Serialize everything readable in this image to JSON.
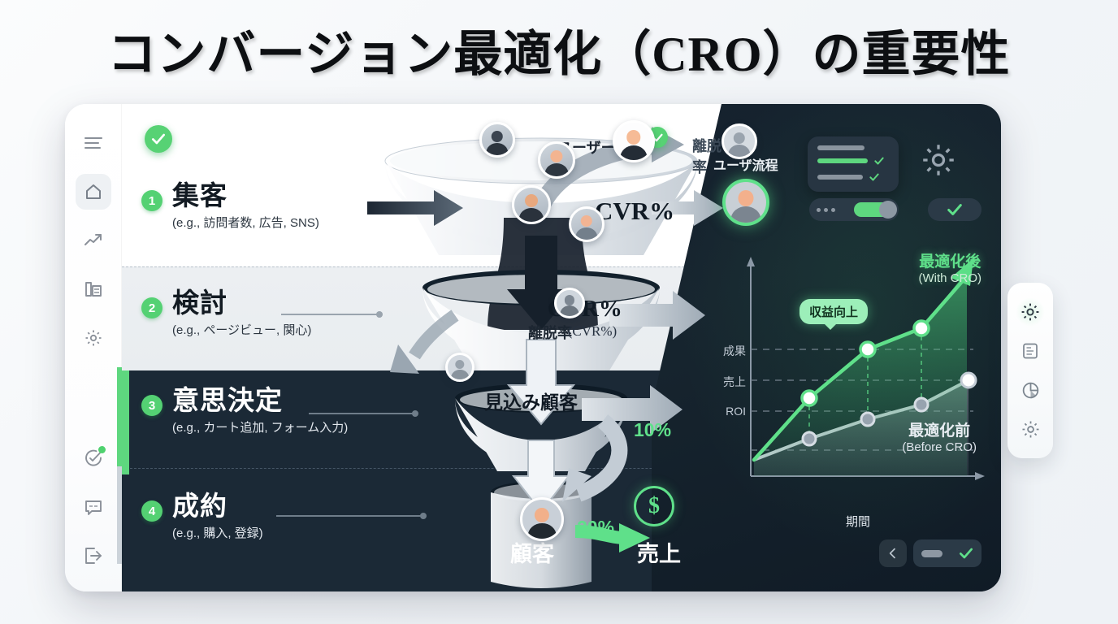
{
  "title": "コンバージョン最適化（CRO）の重要性",
  "colors": {
    "accent_green": "#5ed77f",
    "bright_green": "#5fe08a",
    "dark_panel": "#17252f",
    "band_dark": "#1b2936",
    "band_gray": "#eceff2"
  },
  "sidebar": {
    "items": [
      {
        "icon": "hamburger-menu-icon",
        "name": "menu",
        "active": false
      },
      {
        "icon": "home-icon",
        "name": "home",
        "active": true
      },
      {
        "icon": "trending-up-icon",
        "name": "analytics",
        "active": false
      },
      {
        "icon": "report-icon",
        "name": "reports",
        "active": false
      },
      {
        "icon": "gear-icon",
        "name": "settings",
        "active": false
      }
    ],
    "bottom_items": [
      {
        "icon": "check-circle-icon",
        "name": "tasks",
        "badge": true
      },
      {
        "icon": "chat-bubble-icon",
        "name": "messages",
        "badge": false
      },
      {
        "icon": "logout-icon",
        "name": "logout",
        "badge": false
      }
    ]
  },
  "funnel_stages": [
    {
      "num": "1",
      "title": "集客",
      "subtitle": "(e.g., 訪問者数, 広告, SNS)",
      "theme": "light"
    },
    {
      "num": "2",
      "title": "検討",
      "subtitle": "(e.g., ページビュー, 関心)",
      "theme": "light"
    },
    {
      "num": "3",
      "title": "意思決定",
      "subtitle": "(e.g., カート追加, フォーム入力)",
      "theme": "dark"
    },
    {
      "num": "4",
      "title": "成約",
      "subtitle": "(e.g., 購入, 登録)",
      "theme": "dark"
    }
  ],
  "funnel_labels": {
    "users": "ユーザー",
    "dropoff_top": "離脱率",
    "dropoff_mid": "離脱率",
    "cvr_top": "CVR%",
    "cvr_mid": "CVR%",
    "cvr_mid_sub": "(CVR%)",
    "prospects": "見込み顧客",
    "customers": "顧客",
    "revenue": "売上",
    "user_flow": "ユーザ流程",
    "pct_prospect": "10%",
    "pct_customer": "20%",
    "money_symbol": "$"
  },
  "chart_data": {
    "type": "line",
    "title": "",
    "xlabel": "期間",
    "ylabel": "",
    "y_tick_labels": [
      "成果",
      "売上",
      "ROI"
    ],
    "x": [
      0,
      1,
      2,
      3
    ],
    "series": [
      {
        "name": "最適化後",
        "name_en": "(With CRO)",
        "color": "#5fe08a",
        "values": [
          0.08,
          0.4,
          0.68,
          0.86,
          1.0
        ]
      },
      {
        "name": "最適化前",
        "name_en": "(Before CRO)",
        "color": "#c8d0d8",
        "values": [
          0.08,
          0.22,
          0.34,
          0.42,
          0.58
        ]
      }
    ],
    "annotation": "収益向上",
    "legend_position": "inline",
    "grid": "dashed-horizontal"
  },
  "widgets": {
    "settings_card": {
      "name": "settings-card",
      "rows": 3,
      "checked_rows": 2
    },
    "gear": "gear-icon",
    "toggle": {
      "name": "feature-toggle",
      "state": "on"
    },
    "check_pill": "check-icon",
    "bottom_back": "chevron-left-icon",
    "bottom_pill": "status-pill"
  },
  "right_toolbar": {
    "items": [
      {
        "icon": "gear-icon",
        "name": "tool-settings",
        "active": true
      },
      {
        "icon": "note-icon",
        "name": "tool-notes",
        "active": false
      },
      {
        "icon": "pie-chart-icon",
        "name": "tool-chart",
        "active": false
      },
      {
        "icon": "gear-icon",
        "name": "tool-config",
        "active": false
      }
    ]
  }
}
